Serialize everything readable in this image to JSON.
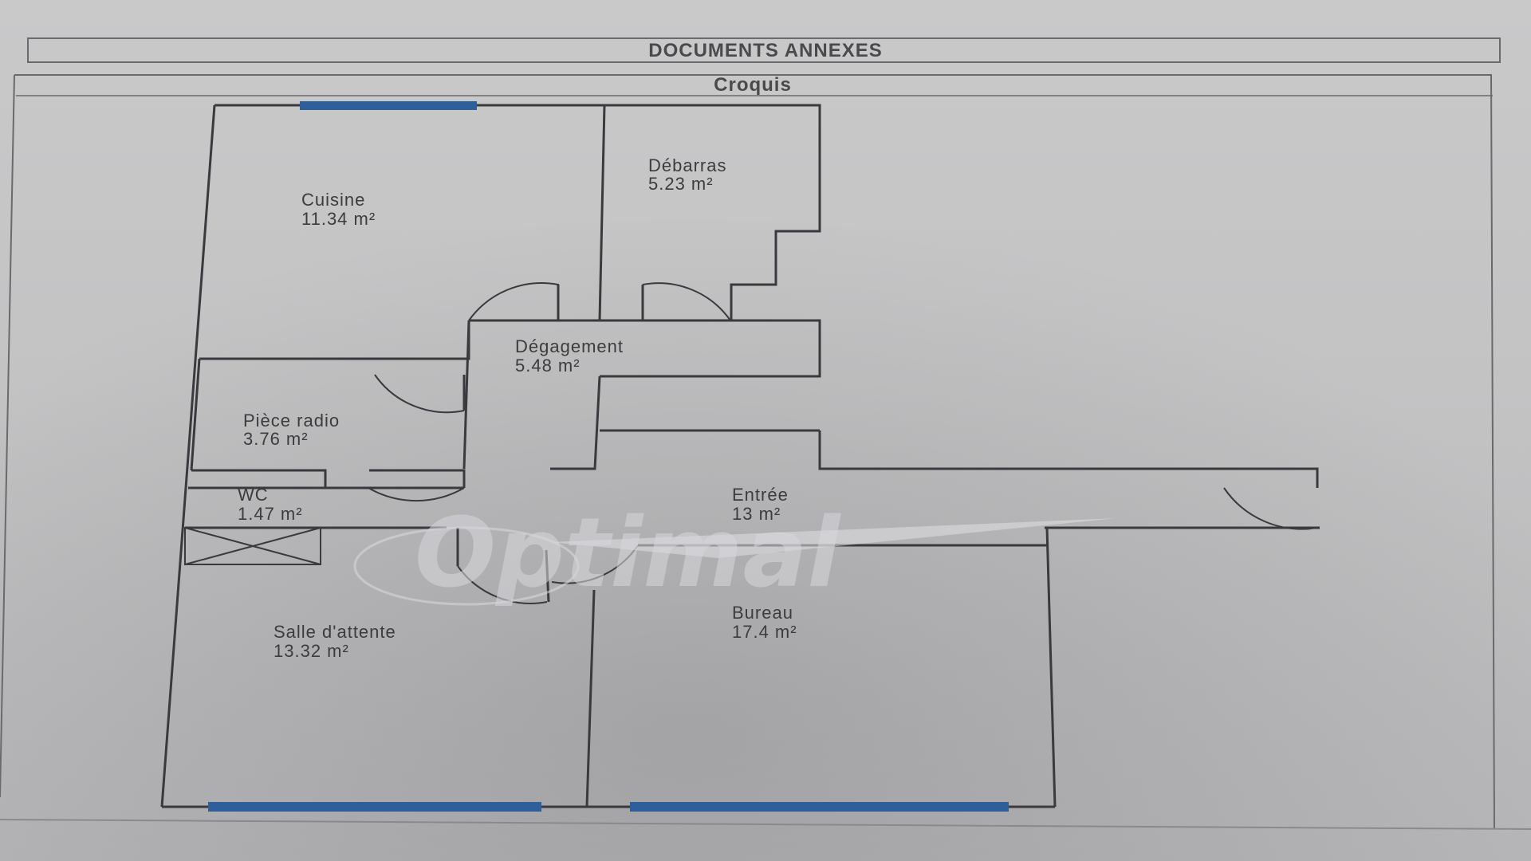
{
  "header": {
    "title": "DOCUMENTS ANNEXES",
    "subtitle": "Croquis"
  },
  "rooms": {
    "cuisine": {
      "name": "Cuisine",
      "area": "11.34  m²"
    },
    "debarras": {
      "name": "Débarras",
      "area": "5.23  m²"
    },
    "degagement": {
      "name": "Dégagement",
      "area": "5.48  m²"
    },
    "piece_radio": {
      "name": "Pièce radio",
      "area": "3.76  m²"
    },
    "wc": {
      "name": "WC",
      "area": "1.47  m²"
    },
    "entree": {
      "name": "Entrée",
      "area": "13  m²"
    },
    "salle_attente": {
      "name": "Salle d'attente",
      "area": "13.32  m²"
    },
    "bureau": {
      "name": "Bureau",
      "area": "17.4  m²"
    }
  },
  "watermark": {
    "text": "Optimal"
  },
  "colors": {
    "window": "#2f5f9a",
    "wall": "#3a3a3e",
    "paper": "#c9c9ca"
  }
}
